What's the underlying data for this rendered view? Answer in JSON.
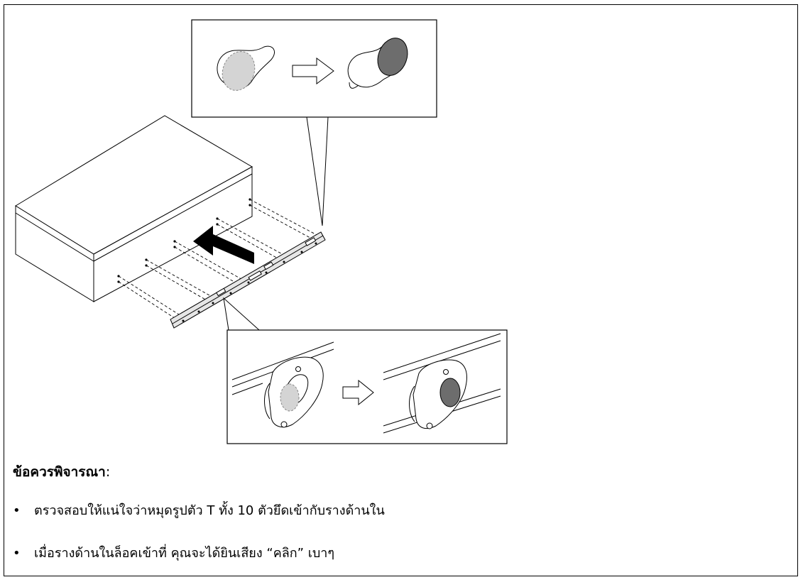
{
  "notes": {
    "heading": "ข้อควรพิจารณา",
    "heading_suffix": ":",
    "bullet_glyph": "•",
    "items": [
      "ตรวจสอบให้แน่ใจว่าหมุดรูปตัว T ทั้ง 10 ตัวยึดเข้ากับรางด้านใน",
      "เมื่อรางด้านในล็อคเข้าที่ คุณจะได้ยินเสียง “คลิก” เบาๆ"
    ]
  },
  "colors": {
    "line": "#000000",
    "box_face": "#f2f2f2",
    "pin_head_dark": "#6d6d6d",
    "pin_ghost": "#d4d4d4",
    "rail": "#e6e6e6"
  }
}
